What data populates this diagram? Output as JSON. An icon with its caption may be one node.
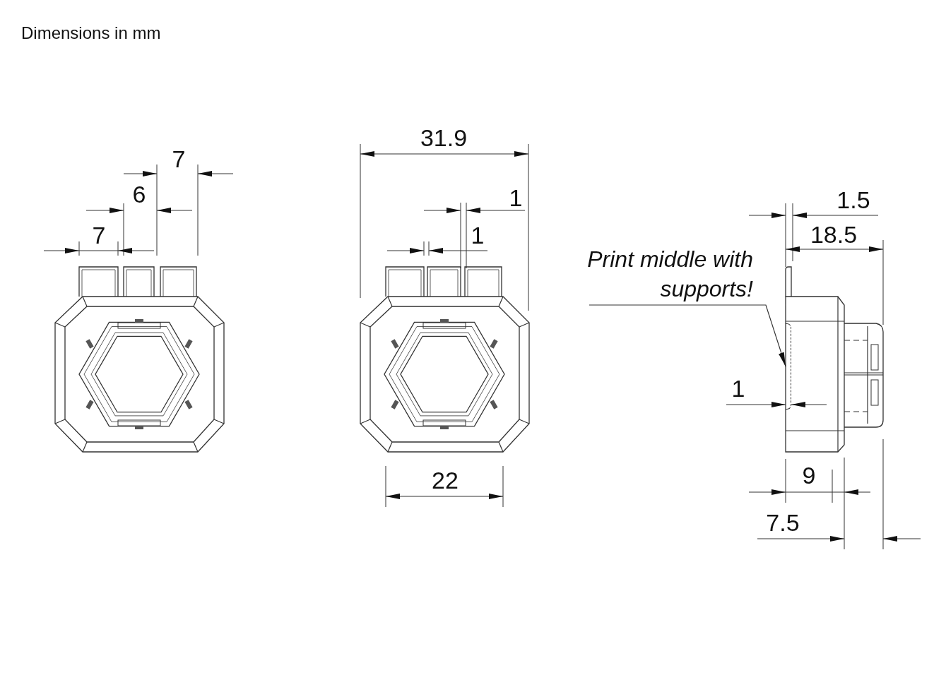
{
  "diagram": {
    "title": "Dimensions in mm",
    "nodes": [
      {
        "text": [
          "Print middle with supports!"
        ]
      },
      {
        "text": [],
        "shape": "box"
      }
    ],
    "edges": [
      {
        "from": 0,
        "to": 1,
        "arrow": "to"
      }
    ],
    "labels": [
      "7",
      "6",
      "7",
      "31.9",
      "1",
      "1",
      "22",
      "1.5",
      "18.5",
      "1",
      "9",
      "7.5"
    ]
  }
}
